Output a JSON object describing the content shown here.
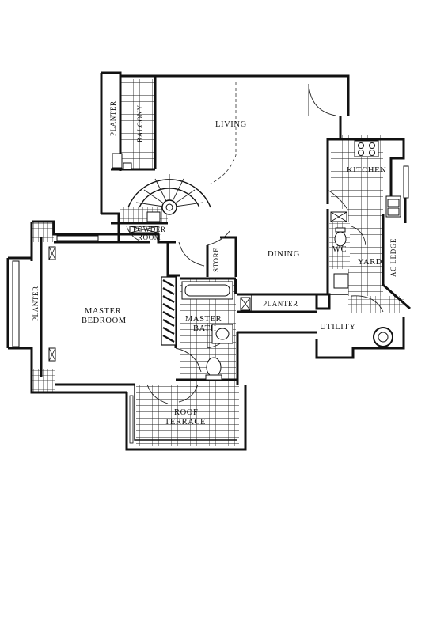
{
  "plan": {
    "rooms": {
      "living": "LIVING",
      "dining": "DINING",
      "kitchen": "KITCHEN",
      "master_bedroom_1": "MASTER",
      "master_bedroom_2": "BEDROOM",
      "master_bath_1": "MASTER",
      "master_bath_2": "BATH",
      "powder_room_1": "POWDER",
      "powder_room_2": "ROOM",
      "store": "STORE",
      "wc": "WC",
      "yard": "YARD",
      "ac_ledge": "AC LEDGE",
      "utility": "UTILITY",
      "roof_terrace_1": "ROOF",
      "roof_terrace_2": "TERRACE",
      "balcony": "BALCONY",
      "planter_top": "PLANTER",
      "planter_left": "PLANTER",
      "planter_mid": "PLANTER"
    },
    "colors": {
      "wall": "#111111",
      "tile": "#222222",
      "background": "#ffffff"
    }
  }
}
